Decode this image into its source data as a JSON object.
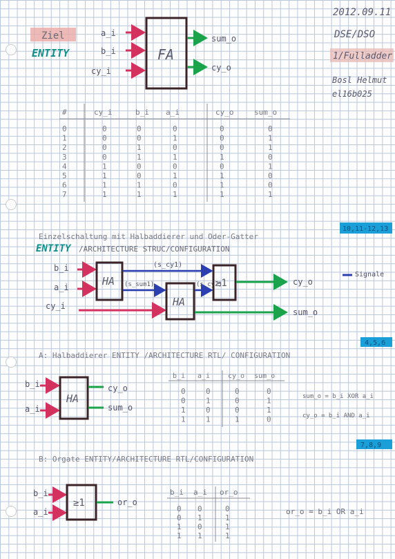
{
  "header": {
    "date": "2012.09.11",
    "course": "DSE/DSO",
    "topic": "1/Fulladder",
    "author": "Bosl Helmut",
    "student_id": "el16b025"
  },
  "fa_section": {
    "highlight_label": "Ziel",
    "entity_label": "ENTITY",
    "block_label": "FA",
    "inputs": [
      "a_i",
      "b_i",
      "cy_i"
    ],
    "outputs": [
      "sum_o",
      "cy_o"
    ]
  },
  "truth_table_fa": {
    "headers": [
      "#",
      "cy_i",
      "b_i",
      "a_i",
      "cy_o",
      "sum_o"
    ],
    "rows": [
      [
        "0",
        "0",
        "0",
        "0",
        "0",
        "0"
      ],
      [
        "1",
        "0",
        "0",
        "1",
        "0",
        "1"
      ],
      [
        "2",
        "0",
        "1",
        "0",
        "0",
        "1"
      ],
      [
        "3",
        "0",
        "1",
        "1",
        "1",
        "0"
      ],
      [
        "4",
        "1",
        "0",
        "0",
        "0",
        "1"
      ],
      [
        "5",
        "1",
        "0",
        "1",
        "1",
        "0"
      ],
      [
        "6",
        "1",
        "1",
        "0",
        "1",
        "0"
      ],
      [
        "7",
        "1",
        "1",
        "1",
        "1",
        "1"
      ]
    ]
  },
  "struct_section": {
    "title": "Einzelschaltung mit Halbaddierer und Oder-Gatter",
    "badge": "10,11-12,13",
    "subtitle_entity": "ENTITY",
    "subtitle_rest": "/ARCHITECTURE STRUC/CONFIGURATION",
    "inputs": [
      "b_i",
      "a_i",
      "cy_i"
    ],
    "ha1_label": "HA",
    "ha2_label": "HA",
    "or_label": "≥1",
    "signal_1": "(s_cy1)",
    "signal_2": "(s_sum1)",
    "signal_3": "(s_cy2)",
    "out_cy": "cy_o",
    "out_sum": "sum_o",
    "legend_label": "Signale"
  },
  "ha_section": {
    "badge": "4,5,6",
    "title": "A: Halbaddierer ENTITY /ARCHITECTURE RTL/ CONFIGURATION",
    "block_label": "HA",
    "inputs": [
      "b_i",
      "a_i"
    ],
    "outputs": [
      "cy_o",
      "sum_o"
    ],
    "table_headers": [
      "b_i",
      "a_i",
      "cy_o",
      "sum_o"
    ],
    "rows": [
      [
        "0",
        "0",
        "0",
        "0"
      ],
      [
        "0",
        "1",
        "0",
        "1"
      ],
      [
        "1",
        "0",
        "0",
        "1"
      ],
      [
        "1",
        "1",
        "1",
        "0"
      ]
    ],
    "eq_sum": "sum_o = b_i XOR a_i",
    "eq_cy": "cy_o = b_i AND a_i"
  },
  "or_section": {
    "badge": "7,8,9",
    "title": "B: Orgate ENTITY/ARCHITECTURE RTL/CONFIGURATION",
    "block_label": "≥1",
    "inputs": [
      "b_i",
      "a_i"
    ],
    "output": "or_o",
    "table_headers": [
      "b_i",
      "a_i",
      "or_o"
    ],
    "rows": [
      [
        "0",
        "0",
        "0"
      ],
      [
        "0",
        "1",
        "1"
      ],
      [
        "1",
        "0",
        "1"
      ],
      [
        "1",
        "1",
        "1"
      ]
    ],
    "equation": "or_o = b_i OR a_i"
  },
  "colors": {
    "input_wire": "#d4325e",
    "output_wire": "#1aa34a",
    "signal_wire": "#2b3fb0",
    "badge": "#1a9fd8",
    "highlight_pink": "#e8a9a6",
    "entity_teal": "#0f8f8a",
    "pencil": "#5a5a66"
  }
}
